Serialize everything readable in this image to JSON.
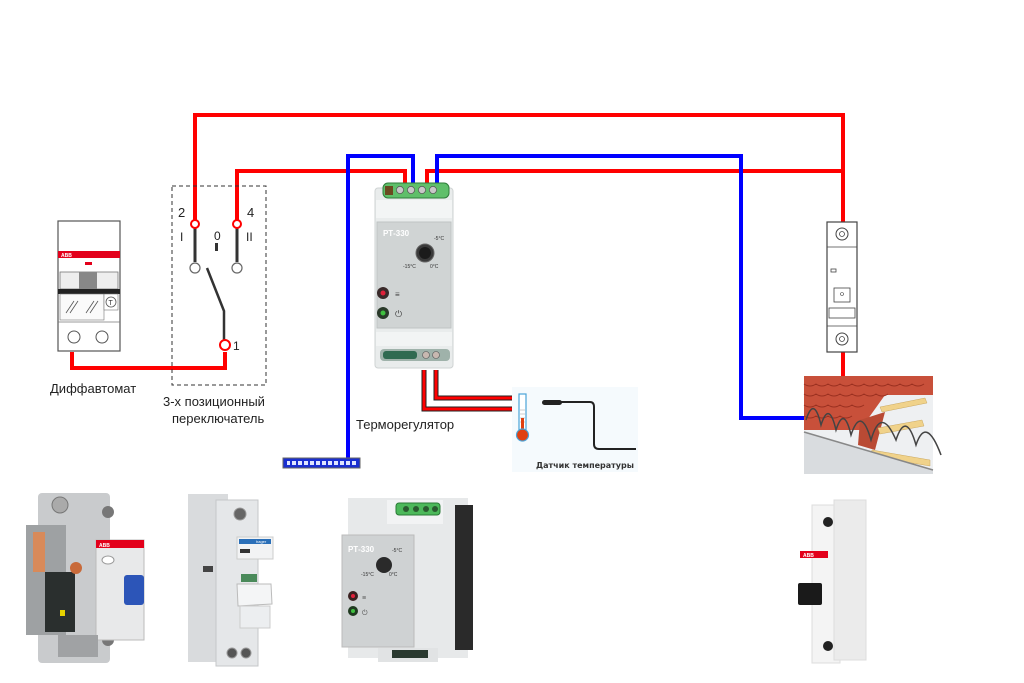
{
  "title": "Схема подключения терморегулятора для антиобледенения кровли",
  "colors": {
    "phase_wire": "#ff0000",
    "neutral_wire": "#0000ff",
    "switch_lever": "#333333",
    "terminal_green": "#5fbf6a",
    "abb_red": "#e3001b"
  },
  "labels": {
    "rcbo": "Диффавтомат",
    "switch_line1": "3-х позиционный",
    "switch_line2": "переключатель",
    "thermostat": "Терморегулятор",
    "sensor": "Датчик температуры"
  },
  "switch": {
    "terminal_2": "2",
    "terminal_4": "4",
    "terminal_1": "1",
    "pos_I": "I",
    "pos_0": "0",
    "pos_II": "II"
  },
  "thermostat": {
    "model": "РТ-330",
    "scale_min": "-15°C",
    "scale_mid": "-5°C",
    "scale_max": "0°C",
    "led_heat": "heating-indicator",
    "led_power": "power-indicator"
  },
  "rcbo": {
    "brand": "ABB",
    "test_button": "T"
  },
  "photos": {
    "rcbo_photo": "rcbo-cutaway-photo",
    "switch_photo": "hager-switch-photo",
    "thermostat_photo": "thermostat-rt330-photo",
    "breaker_photo": "abb-breaker-photo",
    "thermostat_photo_model": "РТ-330",
    "thermostat_photo_min": "-15°C",
    "thermostat_photo_mid": "-5°C",
    "thermostat_photo_max": "0°C",
    "hager_brand": "hager",
    "abb_brand": "ABB"
  }
}
